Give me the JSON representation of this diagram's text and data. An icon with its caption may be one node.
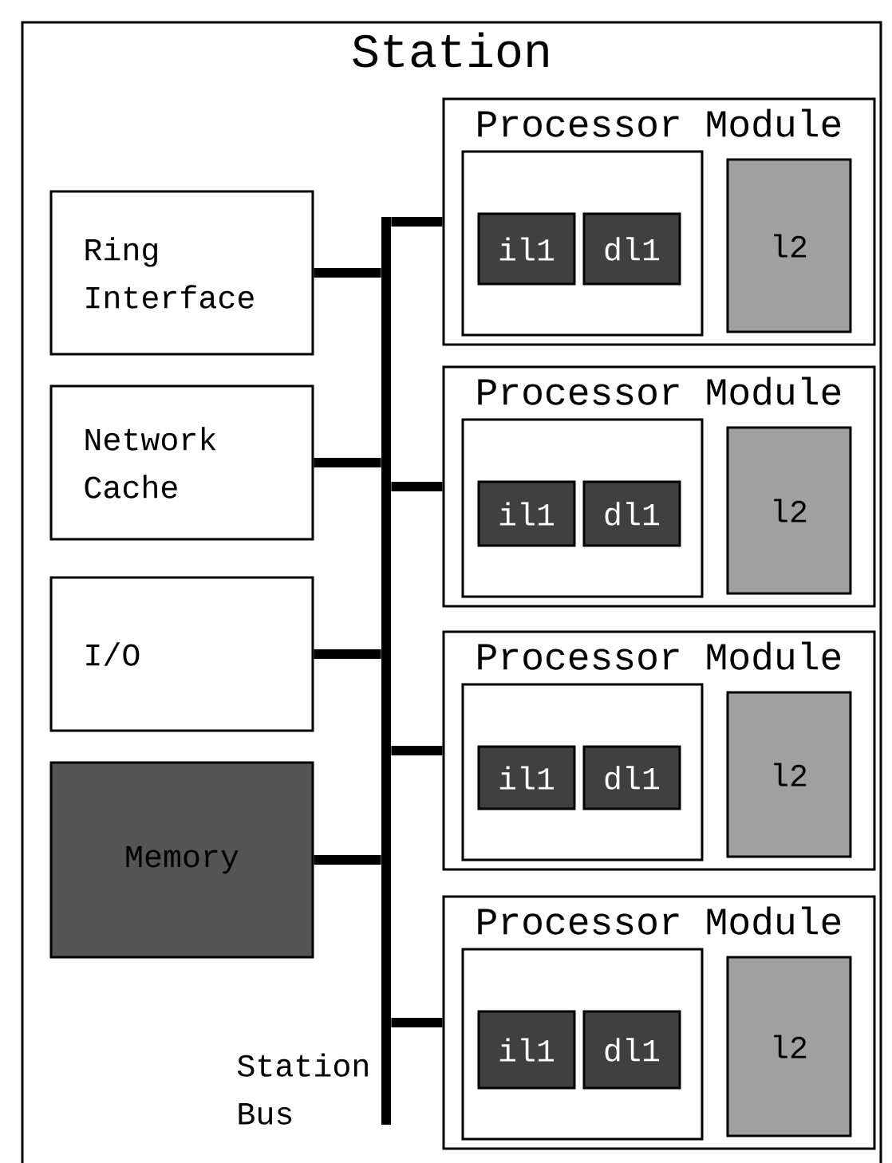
{
  "diagram": {
    "nodes": [
      {
        "text": [
          "Station"
        ]
      },
      {
        "text": [
          "Ring Interface"
        ],
        "in": 0
      },
      {
        "text": [
          "Network Cache"
        ],
        "in": 0
      },
      {
        "text": [
          "I/O"
        ],
        "in": 0
      },
      {
        "text": [
          "Memory"
        ],
        "in": 0
      },
      {
        "text": [],
        "shape": "bar",
        "in": 0,
        "beside": [
          "Station Bus"
        ]
      },
      {
        "text": [
          "Processor Module"
        ],
        "in": 0
      },
      {
        "text": [],
        "shape": "box",
        "in": 6
      },
      {
        "text": [
          "il1"
        ],
        "in": 7
      },
      {
        "text": [
          "dl1"
        ],
        "in": 7
      },
      {
        "text": [
          "l2"
        ],
        "in": 6
      },
      {
        "text": [
          "Processor Module"
        ],
        "in": 0
      },
      {
        "text": [],
        "shape": "box",
        "in": 11
      },
      {
        "text": [
          "il1"
        ],
        "in": 12
      },
      {
        "text": [
          "dl1"
        ],
        "in": 12
      },
      {
        "text": [
          "l2"
        ],
        "in": 11
      },
      {
        "text": [
          "Processor Module"
        ],
        "in": 0
      },
      {
        "text": [],
        "shape": "box",
        "in": 16
      },
      {
        "text": [
          "il1"
        ],
        "in": 17
      },
      {
        "text": [
          "dl1"
        ],
        "in": 17
      },
      {
        "text": [
          "l2"
        ],
        "in": 16
      },
      {
        "text": [
          "Processor Module"
        ],
        "in": 0
      },
      {
        "text": [],
        "shape": "box",
        "in": 21
      },
      {
        "text": [
          "il1"
        ],
        "in": 22
      },
      {
        "text": [
          "dl1"
        ],
        "in": 22
      },
      {
        "text": [
          "l2"
        ],
        "in": 21
      }
    ],
    "edges": [
      {
        "from": 1,
        "to": 5,
        "arrow": "none"
      },
      {
        "from": 2,
        "to": 5,
        "arrow": "none"
      },
      {
        "from": 3,
        "to": 5,
        "arrow": "none"
      },
      {
        "from": 4,
        "to": 5,
        "arrow": "none"
      },
      {
        "from": 6,
        "to": 5,
        "arrow": "none"
      },
      {
        "from": 11,
        "to": 5,
        "arrow": "none"
      },
      {
        "from": 16,
        "to": 5,
        "arrow": "none"
      },
      {
        "from": 21,
        "to": 5,
        "arrow": "none"
      }
    ]
  }
}
